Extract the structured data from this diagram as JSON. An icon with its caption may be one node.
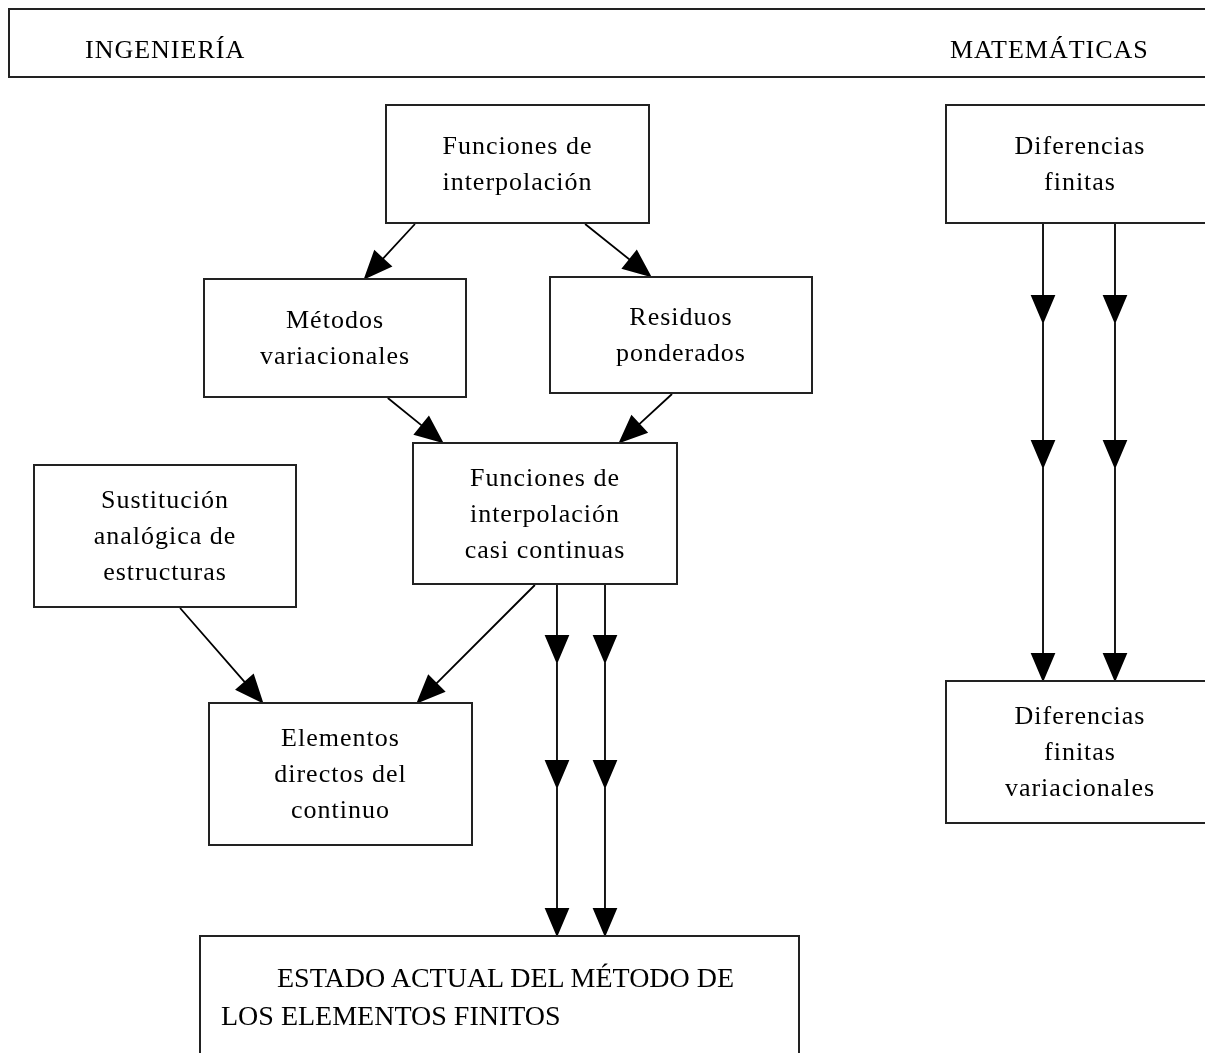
{
  "diagram": {
    "nodes": [
      {
        "text": [
          "INGENIERÍA",
          "MATEMÁTICAS"
        ]
      },
      {
        "text": [
          "Funciones de interpolación"
        ]
      },
      {
        "text": [
          "Métodos variacionales"
        ]
      },
      {
        "text": [
          "Residuos ponderados"
        ]
      },
      {
        "text": [
          "Funciones de interpolación casi continuas"
        ]
      },
      {
        "text": [
          "Sustitución analógica de estructuras"
        ]
      },
      {
        "text": [
          "Elementos directos del continuo"
        ]
      },
      {
        "text": [
          "ESTADO ACTUAL DEL MÉTODO DE LOS ELEMENTOS FINITOS"
        ]
      },
      {
        "text": [
          "Diferencias finitas"
        ]
      },
      {
        "text": [
          "Diferencias finitas variacionales"
        ]
      }
    ],
    "edges": [
      {
        "from": 1,
        "to": 2,
        "arrow": "to"
      },
      {
        "from": 1,
        "to": 3,
        "arrow": "to"
      },
      {
        "from": 2,
        "to": 4,
        "arrow": "to"
      },
      {
        "from": 3,
        "to": 4,
        "arrow": "to"
      },
      {
        "from": 5,
        "to": 6,
        "arrow": "to"
      },
      {
        "from": 4,
        "to": 6,
        "arrow": "to"
      },
      {
        "from": 4,
        "to": 7,
        "arrow": "to"
      },
      {
        "from": 4,
        "to": 7,
        "arrow": "to"
      },
      {
        "from": 8,
        "to": 9,
        "arrow": "to"
      },
      {
        "from": 8,
        "to": 9,
        "arrow": "to"
      }
    ]
  }
}
